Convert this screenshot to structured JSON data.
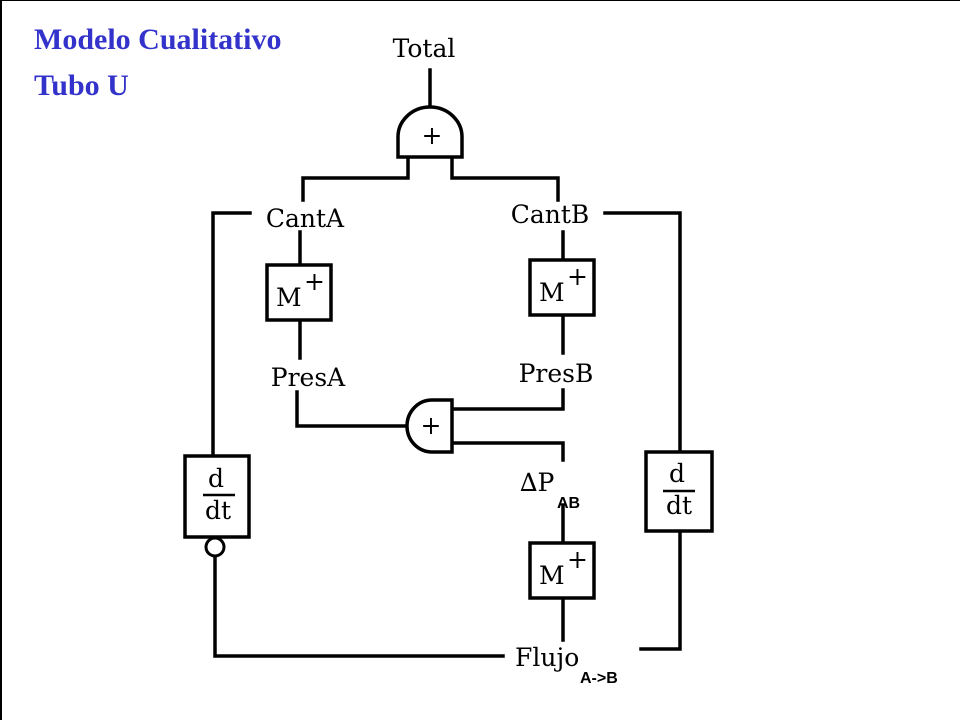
{
  "title": {
    "line1": "Modelo Cualitativo",
    "line2": "Tubo U",
    "color": "#3333cc"
  },
  "nodes": {
    "total": "Total",
    "cant_a": "CantA",
    "cant_b": "CantB",
    "pres_a": "PresA",
    "pres_b": "PresB",
    "delta_p_symbol": "∆P",
    "delta_p_sub": "AB",
    "flujo": "Flujo",
    "flujo_sub": "A->B"
  },
  "constraints": {
    "add_top": "+",
    "add_mid": "+",
    "m_plus_letter": "M",
    "m_plus_sign": "+",
    "deriv_num": "d",
    "deriv_den": "dt"
  }
}
